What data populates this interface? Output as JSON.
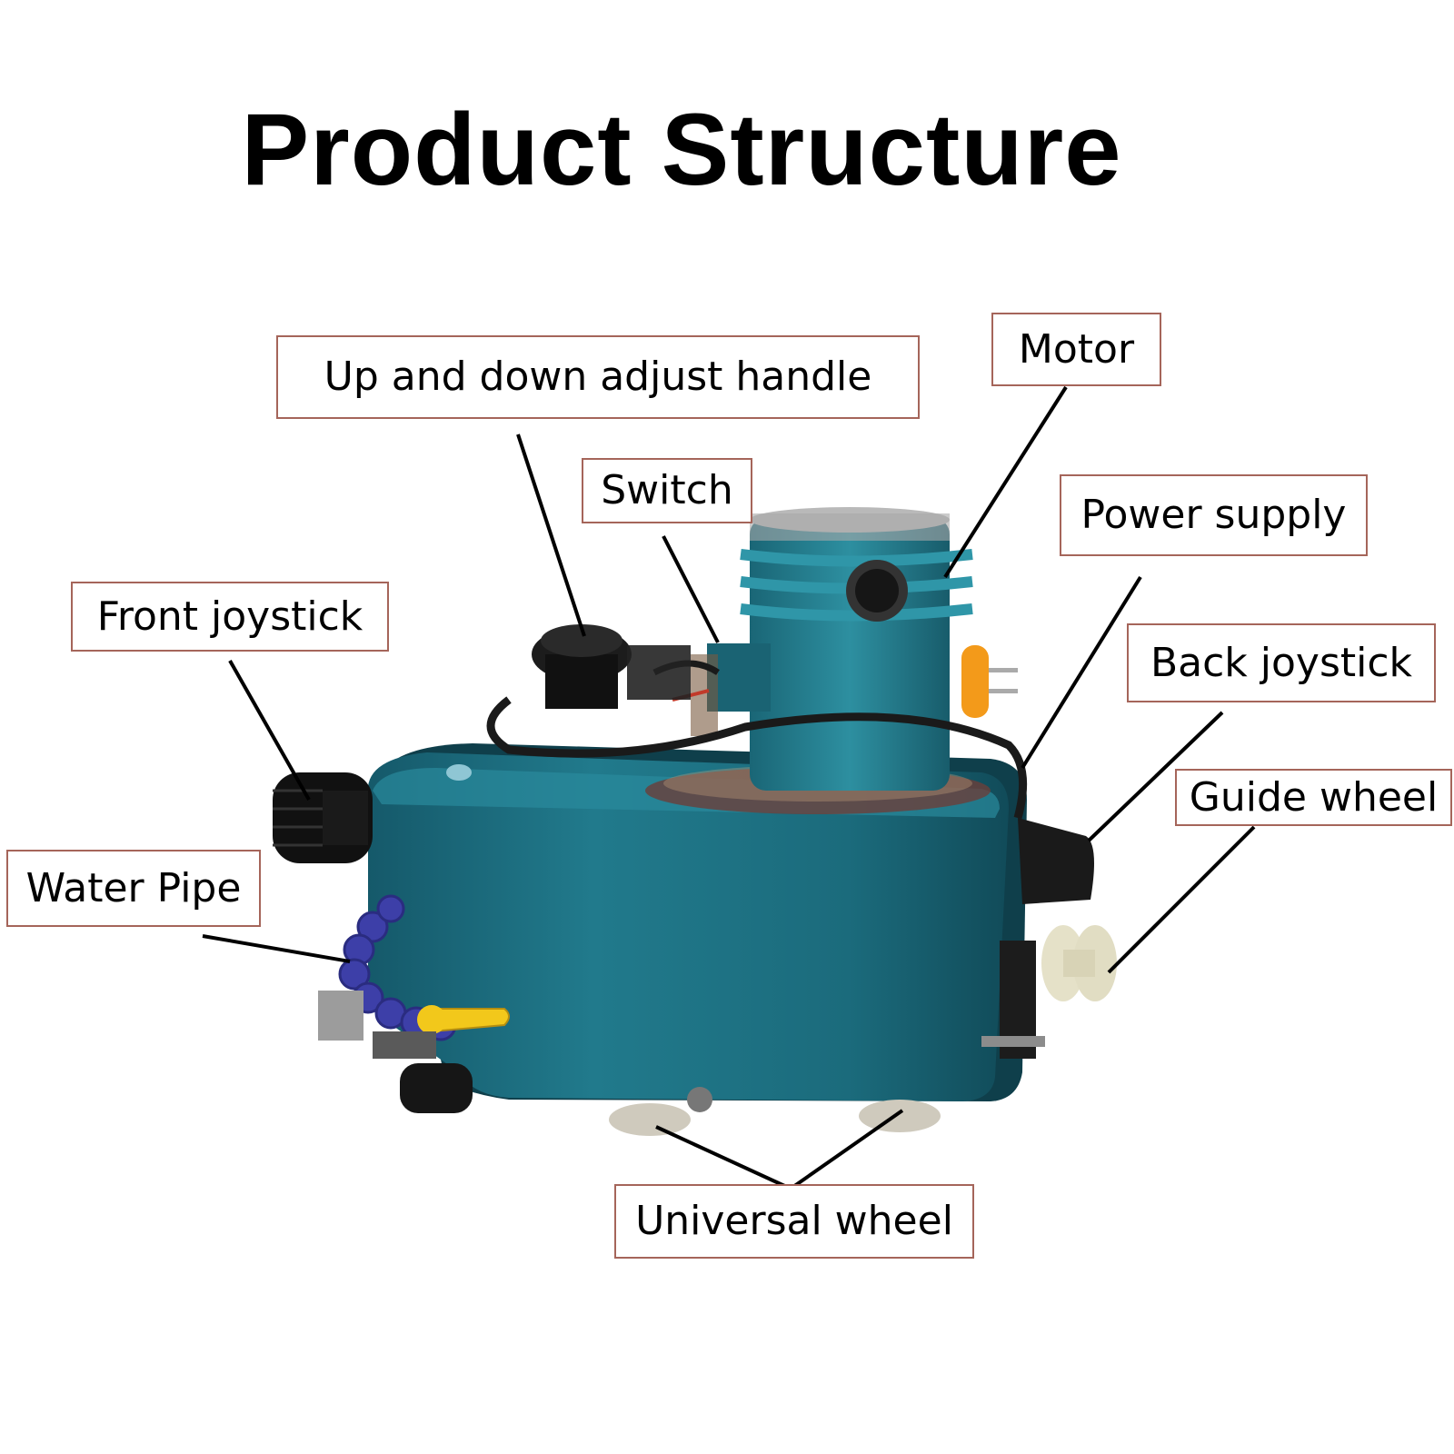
{
  "title": "Product Structure",
  "labels": {
    "up_down_handle": "Up and down adjust handle",
    "motor": "Motor",
    "switch": "Switch",
    "power_supply": "Power supply",
    "front_joystick": "Front joystick",
    "back_joystick": "Back joystick",
    "guide_wheel": "Guide wheel",
    "water_pipe": "Water Pipe",
    "universal_wheel": "Universal wheel"
  },
  "colors": {
    "body": "#1e6f80",
    "label_border": "#a5655a"
  }
}
